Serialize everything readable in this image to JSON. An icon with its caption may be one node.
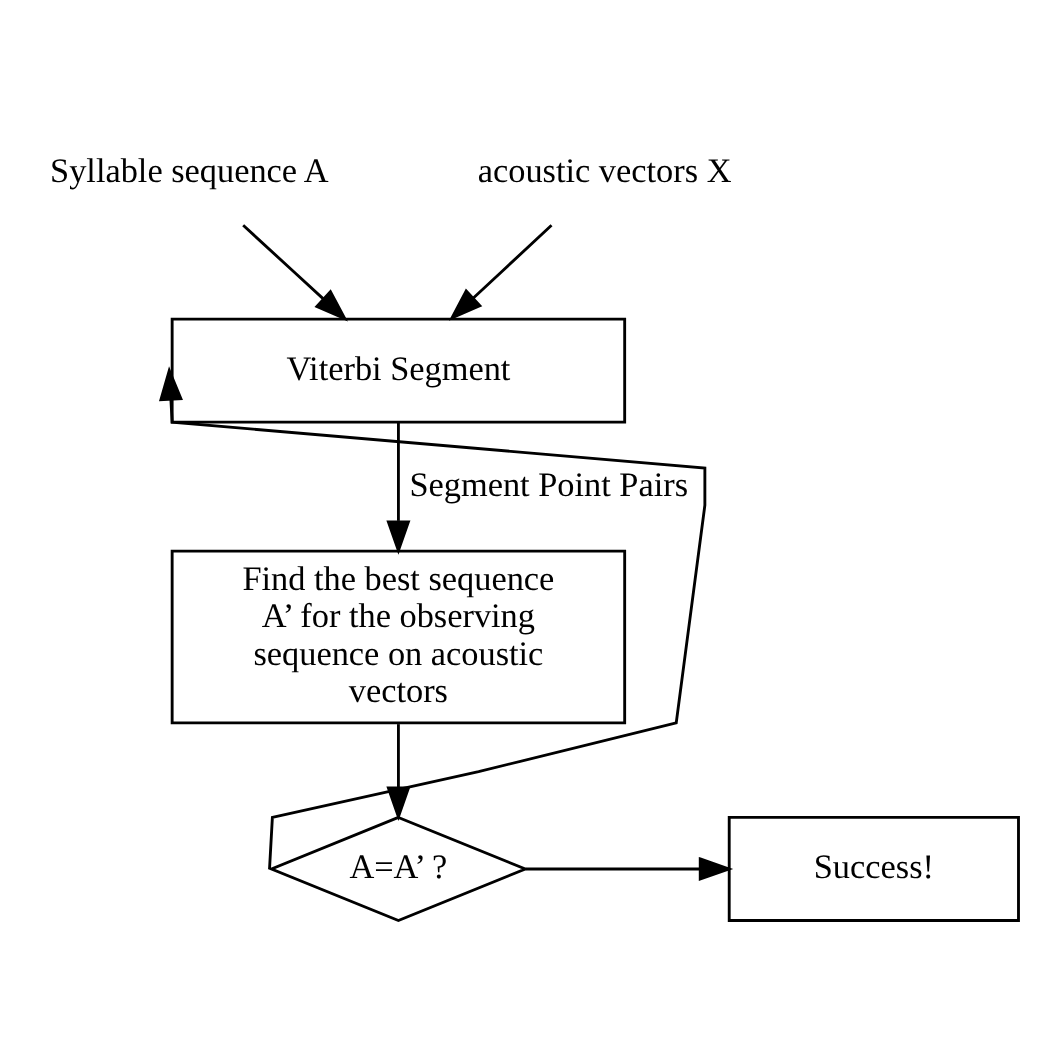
{
  "diagram": {
    "nodes": [
      {
        "text": [
          "Syllable sequence A"
        ]
      },
      {
        "text": [
          "acoustic vectors X"
        ]
      },
      {
        "text": [
          "Viterbi Segment"
        ]
      },
      {
        "text": [
          "Find the best sequence A’ for the observing sequence on acoustic vectors"
        ]
      },
      {
        "text": [
          "A=A’ ?"
        ]
      },
      {
        "text": [
          "Success!"
        ]
      }
    ],
    "edges": [
      {
        "from": 0,
        "to": 2,
        "arrow": "to"
      },
      {
        "from": 1,
        "to": 2,
        "arrow": "to"
      },
      {
        "from": 2,
        "to": 3,
        "arrow": "to",
        "label": "Segment Point Pairs"
      },
      {
        "from": 3,
        "to": 4,
        "arrow": "to"
      },
      {
        "from": 4,
        "to": 2,
        "arrow": "to"
      },
      {
        "from": 4,
        "to": 5,
        "arrow": "to"
      }
    ]
  }
}
